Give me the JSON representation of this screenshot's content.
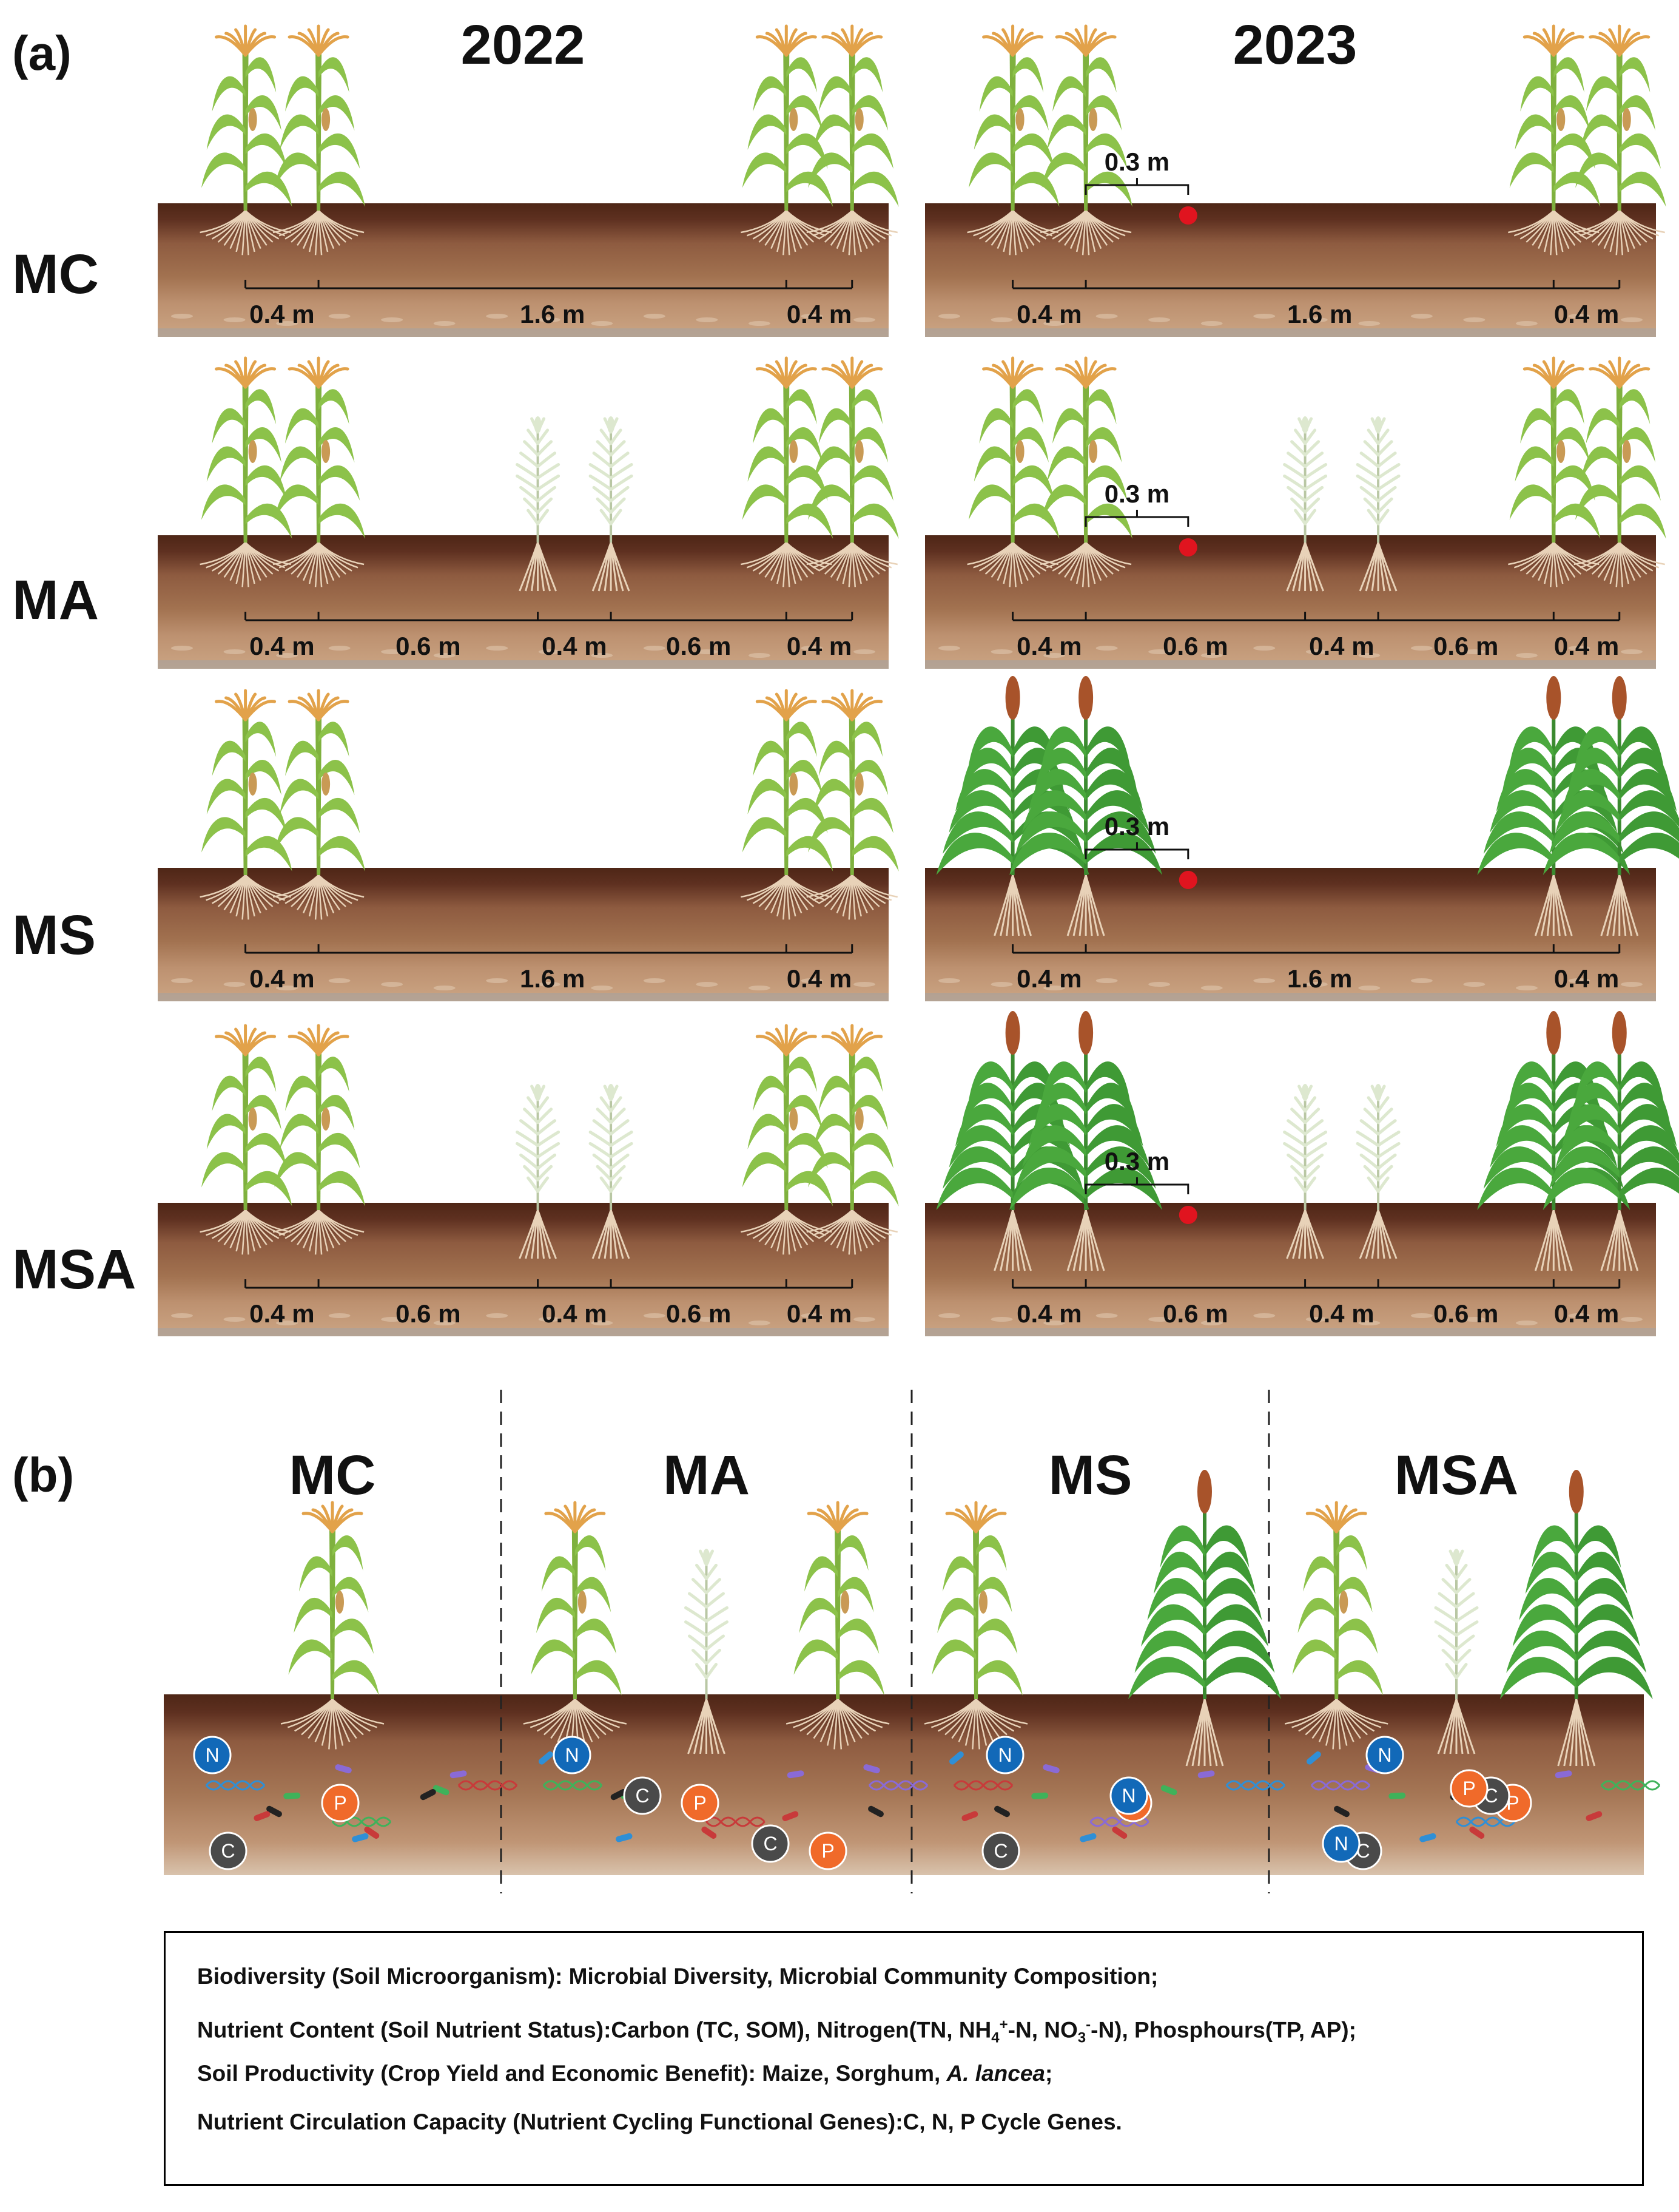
{
  "panel_a": {
    "label": "(a)",
    "years": [
      "2022",
      "2023"
    ],
    "rows": [
      {
        "name": "MC",
        "type": "MC",
        "y2022": {
          "crops": [
            "maize",
            "maize"
          ],
          "dims": [
            "0.4 m",
            "1.6 m",
            "0.4 m"
          ]
        },
        "y2023": {
          "crops": [
            "maize",
            "maize"
          ],
          "dims": [
            "0.4 m",
            "1.6 m",
            "0.4 m"
          ],
          "sample": "0.3 m"
        }
      },
      {
        "name": "MA",
        "type": "MA",
        "y2022": {
          "crops": [
            "maize",
            "lancea",
            "maize"
          ],
          "dims": [
            "0.4 m",
            "0.6 m",
            "0.4 m",
            "0.6 m",
            "0.4 m"
          ]
        },
        "y2023": {
          "crops": [
            "maize",
            "lancea",
            "maize"
          ],
          "dims": [
            "0.4 m",
            "0.6 m",
            "0.4 m",
            "0.6 m",
            "0.4 m"
          ],
          "sample": "0.3 m"
        }
      },
      {
        "name": "MS",
        "type": "MS",
        "y2022": {
          "crops": [
            "maize",
            "maize"
          ],
          "dims": [
            "0.4 m",
            "1.6 m",
            "0.4 m"
          ]
        },
        "y2023": {
          "crops": [
            "sorghum",
            "sorghum"
          ],
          "dims": [
            "0.4 m",
            "1.6 m",
            "0.4 m"
          ],
          "sample": "0.3 m"
        }
      },
      {
        "name": "MSA",
        "type": "MSA",
        "y2022": {
          "crops": [
            "maize",
            "lancea",
            "maize"
          ],
          "dims": [
            "0.4 m",
            "0.6 m",
            "0.4 m",
            "0.6 m",
            "0.4 m"
          ]
        },
        "y2023": {
          "crops": [
            "sorghum",
            "lancea",
            "sorghum"
          ],
          "dims": [
            "0.4 m",
            "0.6 m",
            "0.4 m",
            "0.6 m",
            "0.4 m"
          ],
          "sample": "0.3 m"
        }
      }
    ]
  },
  "panel_b": {
    "label": "(b)",
    "columns": [
      {
        "title": "MC",
        "plants": [
          "maize"
        ],
        "nutrients": [
          {
            "s": "N",
            "c": "blue"
          },
          {
            "s": "P",
            "c": "orange"
          },
          {
            "s": "C",
            "c": "gray"
          }
        ]
      },
      {
        "title": "MA",
        "plants": [
          "maize",
          "lancea",
          "maize"
        ],
        "nutrients": [
          {
            "s": "N",
            "c": "blue"
          },
          {
            "s": "P",
            "c": "orange"
          },
          {
            "s": "P",
            "c": "orange"
          },
          {
            "s": "C",
            "c": "gray"
          },
          {
            "s": "C",
            "c": "gray"
          }
        ]
      },
      {
        "title": "MS",
        "plants": [
          "maize",
          "sorghum"
        ],
        "nutrients": [
          {
            "s": "N",
            "c": "blue"
          },
          {
            "s": "P",
            "c": "orange"
          },
          {
            "s": "C",
            "c": "gray"
          },
          {
            "s": "N",
            "c": "blue"
          }
        ]
      },
      {
        "title": "MSA",
        "plants": [
          "maize",
          "lancea",
          "sorghum"
        ],
        "nutrients": [
          {
            "s": "N",
            "c": "blue"
          },
          {
            "s": "P",
            "c": "orange"
          },
          {
            "s": "C",
            "c": "gray"
          },
          {
            "s": "C",
            "c": "gray"
          },
          {
            "s": "N",
            "c": "blue"
          },
          {
            "s": "P",
            "c": "orange"
          }
        ]
      }
    ]
  },
  "legend": {
    "line1": "Biodiversity (Soil Microorganism): Microbial Diversity, Microbial Community Composition;",
    "line2_a": "Nutrient Content (Soil Nutrient Status):Carbon (TC, SOM), Nitrogen(TN, NH",
    "line2_sub1": "4",
    "line2_sup1": "+",
    "line2_b": "-N, NO",
    "line2_sub2": "3",
    "line2_sup2": "-",
    "line2_c": "-N), Phosphours(TP, AP);",
    "line3_a": "Soil Productivity (Crop Yield and Economic Benefit): Maize, Sorghum, ",
    "line3_italic": "A. lancea",
    "line3_b": ";",
    "line4": "Nutrient Circulation Capacity (Nutrient Cycling Functional Genes):C, N, P Cycle Genes."
  },
  "colors": {
    "soil_top": "#4e2616",
    "soil_mid": "#8e5b40",
    "soil_light": "#b88a66",
    "soil_base": "#cba584",
    "maize_leaf": "#8cc24a",
    "maize_tassel": "#e2a24a",
    "sorghum_leaf": "#3f9a35",
    "sorghum_head": "#a8532a",
    "lancea": "#dde8cf",
    "root": "#e8d2b8",
    "sample_dot": "#e0141f",
    "nutrient_blue": "#1269b8",
    "nutrient_orange": "#f06a2a",
    "nutrient_gray": "#4a4a4a"
  }
}
